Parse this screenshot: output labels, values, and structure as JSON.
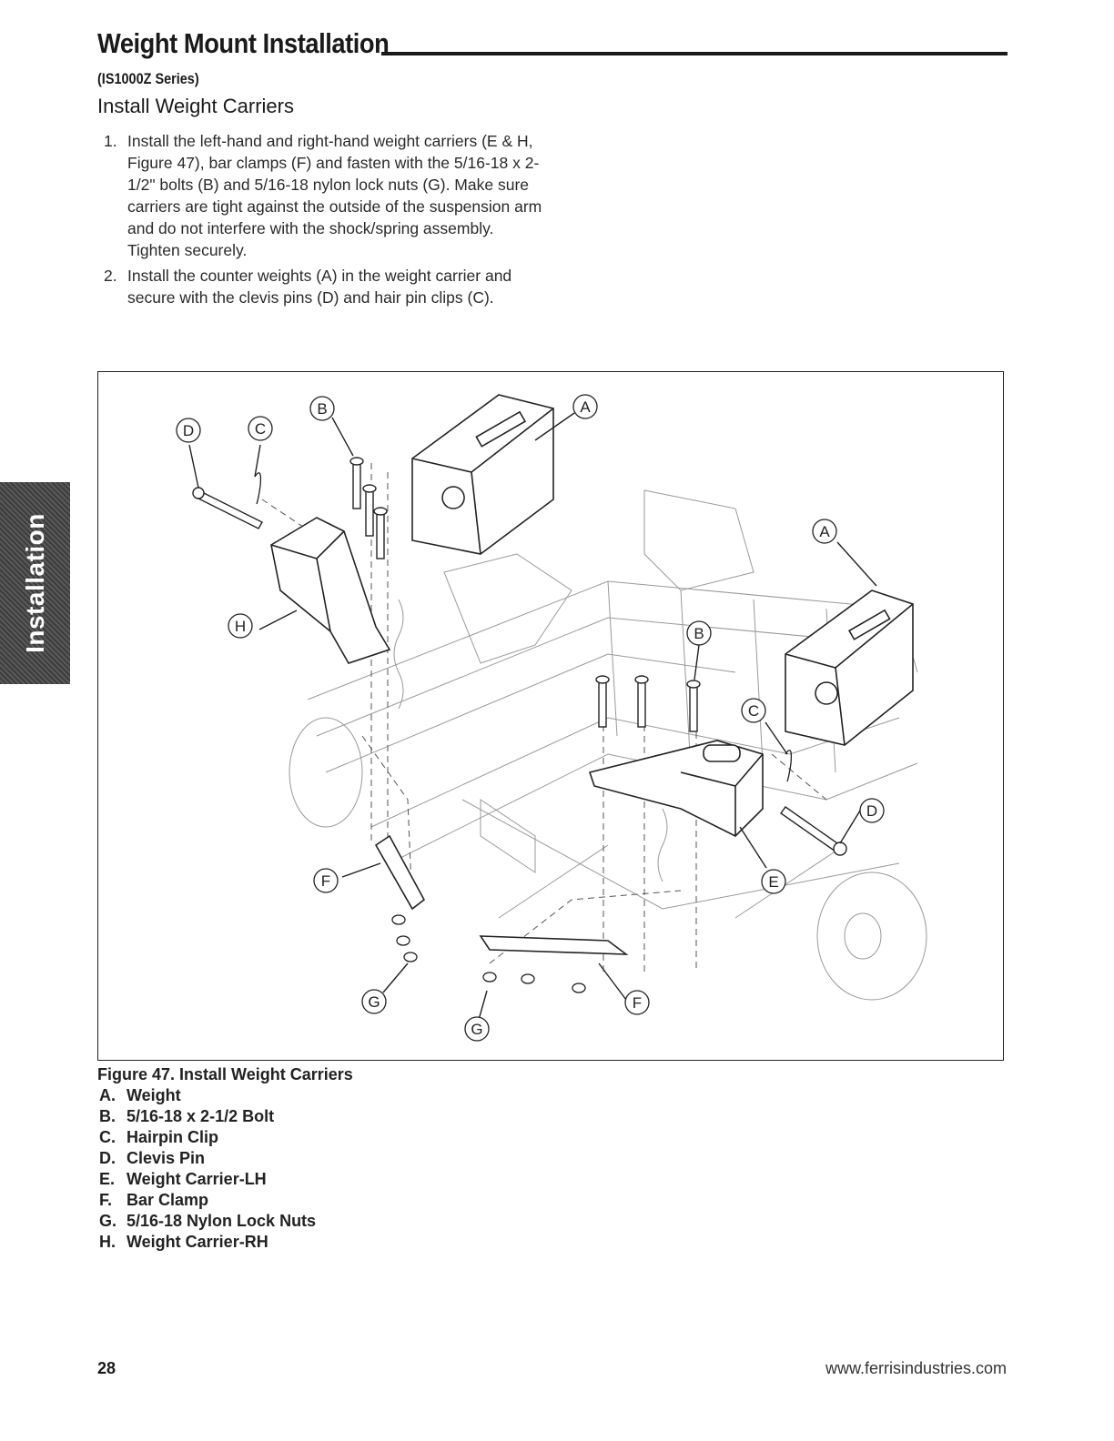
{
  "header": {
    "title": "Weight Mount Installation",
    "series": "(IS1000Z Series)",
    "subheading": "Install Weight Carriers"
  },
  "side_tab": {
    "label": "Installation"
  },
  "steps": [
    {
      "num": "1.",
      "text": "Install the left-hand and right-hand weight carriers (E & H, Figure 47), bar clamps (F) and fasten with the 5/16-18 x 2-1/2\" bolts (B) and 5/16-18 nylon lock nuts (G). Make sure carriers are tight against the outside of the suspension arm and do not interfere with the shock/spring assembly. Tighten securely."
    },
    {
      "num": "2.",
      "text": "Install the counter weights (A) in the weight carrier and secure with the clevis pins (D) and hair pin clips (C)."
    }
  ],
  "figure": {
    "callouts": [
      "D",
      "C",
      "B",
      "A",
      "A",
      "H",
      "B",
      "C",
      "D",
      "E",
      "F",
      "F",
      "G",
      "G"
    ],
    "caption_title": "Figure 47. Install Weight Carriers",
    "legend": [
      {
        "key": "A.",
        "label": "Weight"
      },
      {
        "key": "B.",
        "label": "5/16-18 x 2-1/2 Bolt"
      },
      {
        "key": "C.",
        "label": "Hairpin Clip"
      },
      {
        "key": "D.",
        "label": "Clevis Pin"
      },
      {
        "key": "E.",
        "label": "Weight Carrier-LH"
      },
      {
        "key": "F.",
        "label": "Bar Clamp"
      },
      {
        "key": "G.",
        "label": "5/16-18 Nylon Lock Nuts"
      },
      {
        "key": "H.",
        "label": "Weight Carrier-RH"
      }
    ]
  },
  "footer": {
    "page_number": "28",
    "url": "www.ferrisindustries.com"
  }
}
